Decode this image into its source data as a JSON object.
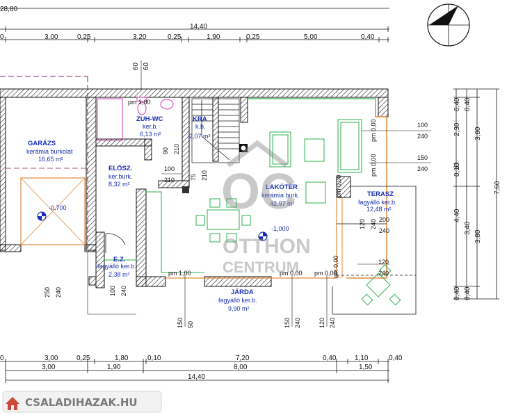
{
  "top_dims": {
    "overall_partial": "28,80",
    "total": "14,40",
    "segments": [
      "0",
      "3,00",
      "0,25",
      "3,20",
      "0,25",
      "1,90",
      "0,25",
      "5,00",
      "0,40"
    ],
    "height_a": "60",
    "height_b": "60"
  },
  "bottom_dims": {
    "row1": [
      "0",
      "3,00",
      "0,25",
      "1,80",
      "0,10",
      "7,20",
      "0,40",
      "1,10",
      "0,40"
    ],
    "row2": [
      "3,00",
      "1,90",
      "8,00",
      "1,50"
    ],
    "total": "14,40"
  },
  "right_dims": {
    "col1": [
      "0,40",
      "2,30",
      "0,10",
      "4,40",
      "0,40"
    ],
    "col2": [
      "0,40",
      "3,40",
      "0,40"
    ],
    "col3": [
      "3,80",
      "3,80"
    ],
    "col4": "7,60"
  },
  "rooms": {
    "garage": {
      "name": "GARÁZS",
      "finish": "kerámia burkolat",
      "area": "16,65 m²",
      "level": "-0,700"
    },
    "bath": {
      "name": "ZUH-WC",
      "finish": "ker.b.",
      "area": "6,13 m²"
    },
    "pantry": {
      "name": "KRA",
      "finish": "k.b.",
      "area": "2,07 m²"
    },
    "hall": {
      "name": "ELŐSZ.",
      "finish": "ker.burk.",
      "area": "8,32 m²"
    },
    "living": {
      "name": "LAKÓTÉR",
      "finish": "kerámia burk.",
      "area": "42,97 m²",
      "level": "-1,000"
    },
    "terrace": {
      "name": "TERASZ",
      "finish": "fagyálló ker.b.",
      "area": "12,48 m²"
    },
    "entry": {
      "name": "E.Z.",
      "finish": "fagyálló ker.b.",
      "area": "2,38 m²"
    },
    "walk": {
      "name": "JÁRDA",
      "finish": "fagyálló ker.b.",
      "area": "9,90 m²"
    }
  },
  "openings": {
    "pm_top": "pm 1,80",
    "bath_door_w": "90",
    "bath_door_h": "210",
    "hall_door_w": "100",
    "hall_door_h": "210",
    "pantry_door_w": "75",
    "pantry_door_h": "210",
    "win1_w": "100",
    "win1_h": "240",
    "win2_w": "150",
    "win2_h": "240",
    "pm_east1": "pm 0,00",
    "pm_east2": "pm 0,00",
    "pm_east3": "pm 0,00",
    "terr_door1_w": "120",
    "terr_door1_h": "240",
    "terr_door2_w": "200",
    "terr_door2_h": "240",
    "terr_door3_w": "120",
    "terr_door3_h": "240",
    "pm_south1": "pm 1,00",
    "pm_south2": "pm 0,00",
    "pm_south3": "pm 0,00",
    "pm_south4": "pm 0,00",
    "entry_door_w": "100",
    "entry_door_h": "240",
    "garage_door_w": "250",
    "garage_door_h": "240",
    "south_w1": "150",
    "south_h1": "50",
    "south_w2": "150",
    "south_h2": "240",
    "south_w3": "120",
    "south_h3": "240",
    "side_pm": "pm 0,00",
    "side_pm2": "pm 0,00"
  },
  "watermark": {
    "logo": "OC",
    "line1": "OTTHON",
    "line2": "CENTRUM"
  },
  "footer": {
    "brand": "CSALADIHAZAK.HU"
  },
  "icons": {
    "compass": "north-arrow-icon",
    "house": "house-icon"
  }
}
